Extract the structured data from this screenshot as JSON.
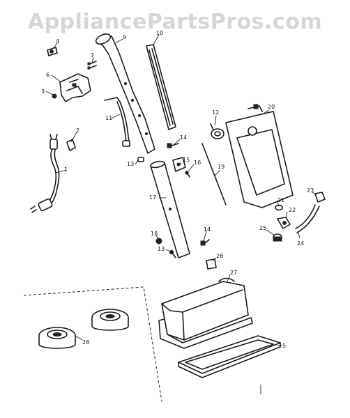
{
  "watermark": "AppliancePartsPros.com",
  "parts": [
    {
      "id": "p1",
      "label": "1"
    },
    {
      "id": "p2",
      "label": "2"
    },
    {
      "id": "p3",
      "label": "3"
    },
    {
      "id": "p4",
      "label": "4"
    },
    {
      "id": "p5",
      "label": "5"
    },
    {
      "id": "p6",
      "label": "6"
    },
    {
      "id": "p7",
      "label": "7"
    },
    {
      "id": "p9",
      "label": "9"
    },
    {
      "id": "p10",
      "label": "10"
    },
    {
      "id": "p11",
      "label": "11"
    },
    {
      "id": "p12",
      "label": "12"
    },
    {
      "id": "p13a",
      "label": "13"
    },
    {
      "id": "p13b",
      "label": "13"
    },
    {
      "id": "p14a",
      "label": "14"
    },
    {
      "id": "p14b",
      "label": "14"
    },
    {
      "id": "p15",
      "label": "15"
    },
    {
      "id": "p16",
      "label": "16"
    },
    {
      "id": "p17",
      "label": "17"
    },
    {
      "id": "p18",
      "label": "18"
    },
    {
      "id": "p19",
      "label": "19"
    },
    {
      "id": "p20",
      "label": "20"
    },
    {
      "id": "p21",
      "label": "21"
    },
    {
      "id": "p22",
      "label": "22"
    },
    {
      "id": "p23",
      "label": "23"
    },
    {
      "id": "p24",
      "label": "24"
    },
    {
      "id": "p25",
      "label": "25"
    },
    {
      "id": "p26",
      "label": "26"
    },
    {
      "id": "p27",
      "label": "27"
    },
    {
      "id": "p28",
      "label": "28"
    }
  ]
}
